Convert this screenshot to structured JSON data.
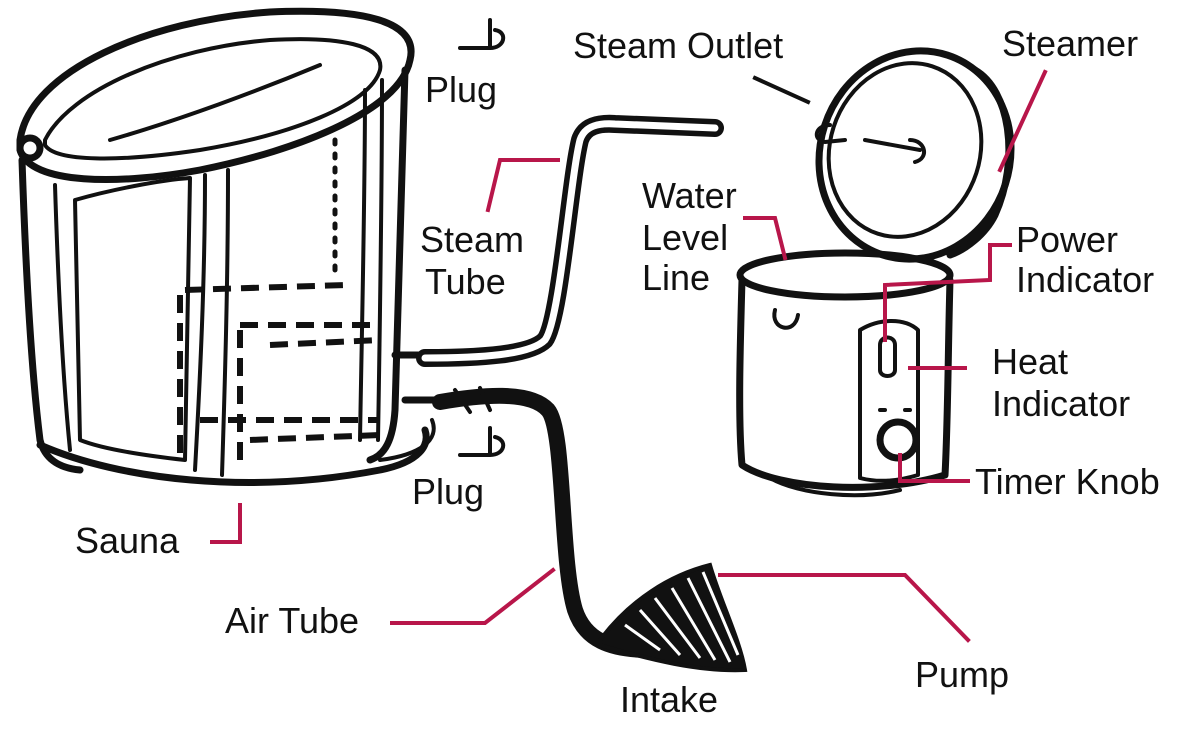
{
  "colors": {
    "ink": "#111111",
    "leader": "#b8164a",
    "background": "#ffffff"
  },
  "labels": {
    "plug_top": "Plug",
    "steam_tube_line1": "Steam",
    "steam_tube_line2": "Tube",
    "steam_outlet": "Steam Outlet",
    "steamer": "Steamer",
    "water_level_line1": "Water",
    "water_level_line2": "Level",
    "water_level_line3": "Line",
    "power_indicator_line1": "Power",
    "power_indicator_line2": "Indicator",
    "heat_indicator_line1": "Heat",
    "heat_indicator_line2": "Indicator",
    "timer_knob": "Timer Knob",
    "plug_bottom": "Plug",
    "sauna": "Sauna",
    "air_tube": "Air Tube",
    "pump": "Pump",
    "intake": "Intake"
  }
}
